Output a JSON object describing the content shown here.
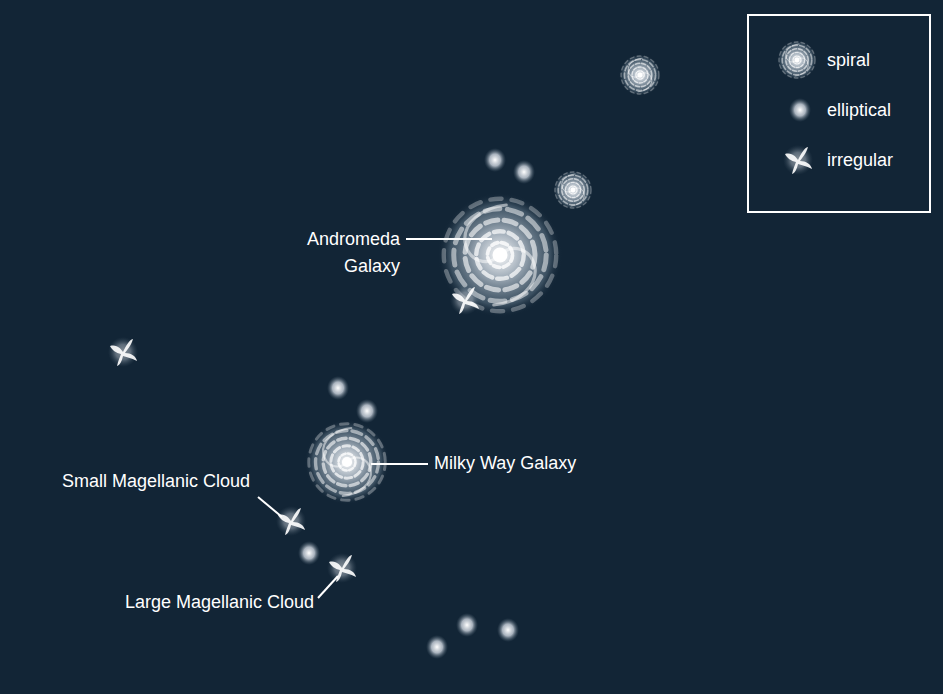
{
  "diagram": {
    "labels": [
      "Andromeda Galaxy",
      "Milky Way Galaxy",
      "Small Magellanic Cloud",
      "Large Magellanic Cloud"
    ],
    "legend": [
      {
        "text": "spiral"
      },
      {
        "text": "elliptical"
      },
      {
        "text": "irregular"
      }
    ]
  }
}
